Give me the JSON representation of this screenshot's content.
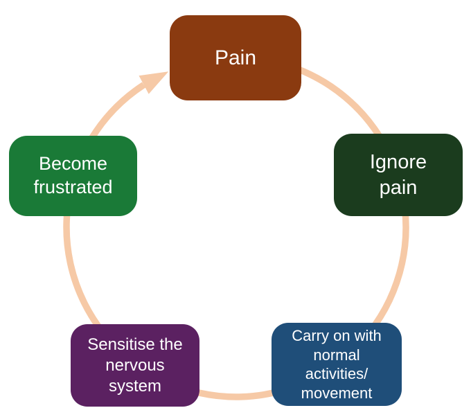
{
  "diagram": {
    "type": "cycle",
    "direction": "clockwise",
    "background_color": "#ffffff",
    "arrow_color": "#f6c9a6",
    "text_color": "#ffffff",
    "arrowhead_icon": "cycle-arrowhead",
    "nodes": [
      {
        "id": "pain",
        "label": "Pain",
        "color": "#8a3a10"
      },
      {
        "id": "ignore-pain",
        "label": "Ignore\npain",
        "color": "#1b3c1e"
      },
      {
        "id": "carry-on",
        "label": "Carry on with\nnormal\nactivities/\nmovement",
        "color": "#1f4e79"
      },
      {
        "id": "sensitise",
        "label": "Sensitise the\nnervous\nsystem",
        "color": "#5b2161"
      },
      {
        "id": "become-frustrated",
        "label": "Become\nfrustrated",
        "color": "#1a7a37"
      }
    ]
  }
}
